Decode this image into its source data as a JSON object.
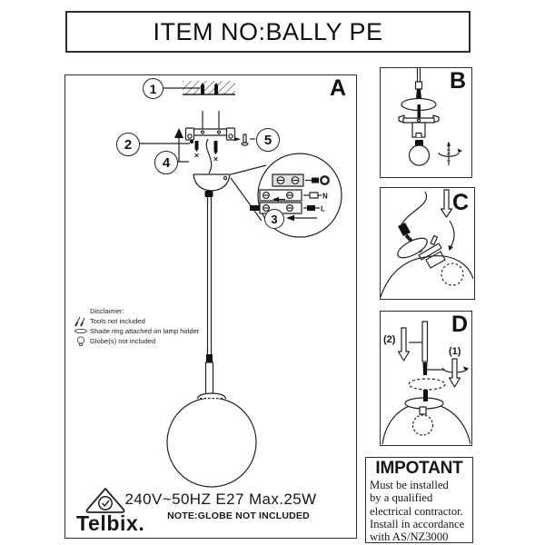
{
  "title": "ITEM NO:BALLY PE",
  "panels": {
    "a": {
      "label": "A"
    },
    "b": {
      "label": "B"
    },
    "c": {
      "label": "C"
    },
    "d": {
      "label": "D",
      "sub1": "(1)",
      "sub2": "(2)"
    }
  },
  "steps": {
    "s1": "1",
    "s2": "2",
    "s3": "3",
    "s4": "4",
    "s5": "5"
  },
  "wiring": {
    "neutral": "N",
    "live": "L"
  },
  "disclaimer": {
    "heading": "Disclaimer:",
    "items": [
      "Tools not included",
      "Shade ring attached on lamp holder",
      "Globe(s) not included"
    ]
  },
  "footer": {
    "specs": "240V~50HZ E27 Max.25W",
    "note": "NOTE:GLOBE NOT INCLUDED",
    "brand": "Telbix."
  },
  "important": {
    "heading": "IMPOTANT",
    "lines": [
      "Must be installed",
      "by a qualified",
      "electrical contractor.",
      "Install in accordance",
      "with AS/NZ3000"
    ]
  }
}
